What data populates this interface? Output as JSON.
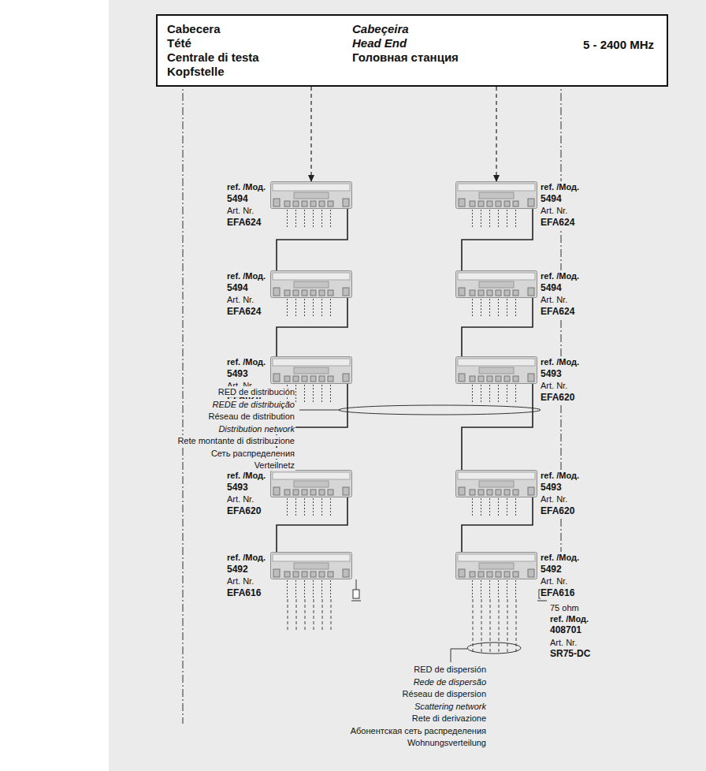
{
  "diagram": {
    "nodes": [
      {
        "text": [
          "Cabecera",
          "Tété",
          "Centrale di testa",
          "Kopfstelle",
          "Cabeçeira",
          "Head End",
          "Головная станция",
          "5 - 2400 MHz"
        ]
      },
      {
        "text": [
          "ref. /Мод.",
          "5494",
          "Art. Nr.",
          "EFA624"
        ]
      },
      {
        "text": [
          "ref. /Мод.",
          "5494",
          "Art. Nr.",
          "EFA624"
        ]
      },
      {
        "text": [
          "ref. /Мод.",
          "5493",
          "Art. Nr.",
          "EFA620"
        ]
      },
      {
        "text": [
          "ref. /Мод.",
          "5493",
          "Art. Nr.",
          "EFA620"
        ]
      },
      {
        "text": [
          "ref. /Мод.",
          "5492",
          "Art. Nr.",
          "EFA616"
        ]
      },
      {
        "text": [
          "ref. /Мод.",
          "5494",
          "Art. Nr.",
          "EFA624"
        ]
      },
      {
        "text": [
          "ref. /Мод.",
          "5494",
          "Art. Nr.",
          "EFA624"
        ]
      },
      {
        "text": [
          "ref. /Мод.",
          "5493",
          "Art. Nr.",
          "EFA620"
        ]
      },
      {
        "text": [
          "ref. /Мод.",
          "5493",
          "Art. Nr.",
          "EFA620"
        ]
      },
      {
        "text": [
          "ref. /Мод.",
          "5492",
          "Art. Nr.",
          "EFA616"
        ]
      }
    ],
    "edges": [
      {
        "from": 0,
        "to": 1,
        "arrow": "to"
      },
      {
        "from": 1,
        "to": 2,
        "arrow": "none"
      },
      {
        "from": 2,
        "to": 3,
        "arrow": "none"
      },
      {
        "from": 3,
        "to": 4,
        "arrow": "none"
      },
      {
        "from": 4,
        "to": 5,
        "arrow": "none"
      },
      {
        "from": 0,
        "to": 6,
        "arrow": "to"
      },
      {
        "from": 6,
        "to": 7,
        "arrow": "none"
      },
      {
        "from": 7,
        "to": 8,
        "arrow": "none"
      },
      {
        "from": 8,
        "to": 9,
        "arrow": "none"
      },
      {
        "from": 9,
        "to": 10,
        "arrow": "none"
      }
    ],
    "labels": [
      "RED de distribución",
      "REDE de distribuição",
      "Réseau de distribution",
      "Distribution network",
      "Rete montante di distribuzione",
      "Сеть распределения",
      "Verteilnetz",
      "RED de dispersión",
      "Rede de dispersão",
      "Réseau de dispersion",
      "Scattering network",
      "Rete di derivazione",
      "Абонентская сеть распределения",
      "Wohnungsverteilung",
      "75 ohm",
      "ref. /Мод.",
      "408701",
      "Art. Nr.",
      "SR75-DC"
    ]
  }
}
